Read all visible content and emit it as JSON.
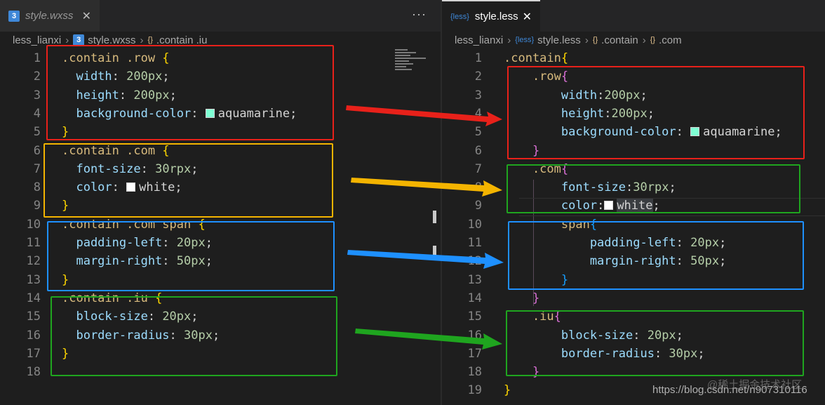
{
  "left": {
    "tab": {
      "title": "style.wxss",
      "icon": "css3-icon",
      "close": "✕"
    },
    "more": "···",
    "breadcrumb": [
      "less_lianxi",
      "style.wxss",
      ".contain .iu"
    ],
    "lines": [
      {
        "n": "1",
        "parts": [
          [
            ".contain .row ",
            "sel"
          ],
          [
            "{",
            "brace"
          ]
        ]
      },
      {
        "n": "2",
        "parts": [
          [
            "  width",
            "prop"
          ],
          [
            ": ",
            "punct"
          ],
          [
            "200px",
            "num"
          ],
          [
            ";",
            "punct"
          ]
        ]
      },
      {
        "n": "3",
        "parts": [
          [
            "  height",
            "prop"
          ],
          [
            ": ",
            "punct"
          ],
          [
            "200px",
            "num"
          ],
          [
            ";",
            "punct"
          ]
        ]
      },
      {
        "n": "4",
        "parts": [
          [
            "  background-color",
            "prop"
          ],
          [
            ": ",
            "punct"
          ],
          [
            "#7fffd4",
            "swatch"
          ],
          [
            "aquamarine",
            "val"
          ],
          [
            ";",
            "punct"
          ]
        ]
      },
      {
        "n": "5",
        "parts": [
          [
            "}",
            "brace"
          ]
        ]
      },
      {
        "n": "6",
        "parts": [
          [
            ".contain .com ",
            "sel"
          ],
          [
            "{",
            "brace"
          ]
        ]
      },
      {
        "n": "7",
        "parts": [
          [
            "  font-size",
            "prop"
          ],
          [
            ": ",
            "punct"
          ],
          [
            "30rpx",
            "num"
          ],
          [
            ";",
            "punct"
          ]
        ]
      },
      {
        "n": "8",
        "parts": [
          [
            "  color",
            "prop"
          ],
          [
            ": ",
            "punct"
          ],
          [
            "#ffffff",
            "swatch"
          ],
          [
            "white",
            "val"
          ],
          [
            ";",
            "punct"
          ]
        ]
      },
      {
        "n": "9",
        "parts": [
          [
            "}",
            "brace"
          ]
        ]
      },
      {
        "n": "10",
        "parts": [
          [
            ".contain .com span ",
            "sel"
          ],
          [
            "{",
            "brace"
          ]
        ]
      },
      {
        "n": "11",
        "parts": [
          [
            "  padding-left",
            "prop"
          ],
          [
            ": ",
            "punct"
          ],
          [
            "20px",
            "num"
          ],
          [
            ";",
            "punct"
          ]
        ]
      },
      {
        "n": "12",
        "parts": [
          [
            "  margin-right",
            "prop"
          ],
          [
            ": ",
            "punct"
          ],
          [
            "50px",
            "num"
          ],
          [
            ";",
            "punct"
          ]
        ]
      },
      {
        "n": "13",
        "parts": [
          [
            "}",
            "brace"
          ]
        ]
      },
      {
        "n": "14",
        "parts": [
          [
            ".contain .iu ",
            "sel"
          ],
          [
            "{",
            "brace"
          ]
        ]
      },
      {
        "n": "15",
        "parts": [
          [
            "  block-size",
            "prop"
          ],
          [
            ": ",
            "punct"
          ],
          [
            "20px",
            "num"
          ],
          [
            ";",
            "punct"
          ]
        ]
      },
      {
        "n": "16",
        "parts": [
          [
            "  border-radius",
            "prop"
          ],
          [
            ": ",
            "punct"
          ],
          [
            "30px",
            "num"
          ],
          [
            ";",
            "punct"
          ]
        ]
      },
      {
        "n": "17",
        "parts": [
          [
            "}",
            "brace"
          ]
        ]
      },
      {
        "n": "18",
        "parts": []
      }
    ]
  },
  "right": {
    "tab": {
      "title": "style.less",
      "icon": "{less}",
      "close": "✕"
    },
    "breadcrumb": [
      "less_lianxi",
      "style.less",
      ".contain",
      ".com"
    ],
    "lines": [
      {
        "n": "1",
        "parts": [
          [
            ".contain",
            "sel"
          ],
          [
            "{",
            "brace"
          ]
        ]
      },
      {
        "n": "2",
        "parts": [
          [
            "    .row",
            "sel"
          ],
          [
            "{",
            "brace2"
          ]
        ]
      },
      {
        "n": "3",
        "parts": [
          [
            "        width",
            "prop"
          ],
          [
            ":",
            "punct"
          ],
          [
            "200px",
            "num"
          ],
          [
            ";",
            "punct"
          ]
        ]
      },
      {
        "n": "4",
        "parts": [
          [
            "        height",
            "prop"
          ],
          [
            ":",
            "punct"
          ],
          [
            "200px",
            "num"
          ],
          [
            ";",
            "punct"
          ]
        ]
      },
      {
        "n": "5",
        "parts": [
          [
            "        background-color",
            "prop"
          ],
          [
            ": ",
            "punct"
          ],
          [
            "#7fffd4",
            "swatch"
          ],
          [
            "aquamarine",
            "val"
          ],
          [
            ";",
            "punct"
          ]
        ]
      },
      {
        "n": "6",
        "parts": [
          [
            "    }",
            "brace2"
          ]
        ]
      },
      {
        "n": "7",
        "parts": [
          [
            "    .com",
            "sel"
          ],
          [
            "{",
            "brace2"
          ]
        ]
      },
      {
        "n": "8",
        "parts": [
          [
            "        font-size",
            "prop"
          ],
          [
            ":",
            "punct"
          ],
          [
            "30rpx",
            "num"
          ],
          [
            ";",
            "punct"
          ]
        ]
      },
      {
        "n": "9",
        "parts": [
          [
            "        color",
            "prop"
          ],
          [
            ":",
            "punct"
          ],
          [
            "#ffffff",
            "swatch"
          ],
          [
            "white",
            "hl"
          ],
          [
            ";",
            "punct"
          ]
        ]
      },
      {
        "n": "10",
        "parts": [
          [
            "        span",
            "sel"
          ],
          [
            "{",
            "brace3"
          ]
        ]
      },
      {
        "n": "11",
        "parts": [
          [
            "            padding-left",
            "prop"
          ],
          [
            ": ",
            "punct"
          ],
          [
            "20px",
            "num"
          ],
          [
            ";",
            "punct"
          ]
        ]
      },
      {
        "n": "12",
        "parts": [
          [
            "            margin-right",
            "prop"
          ],
          [
            ": ",
            "punct"
          ],
          [
            "50px",
            "num"
          ],
          [
            ";",
            "punct"
          ]
        ]
      },
      {
        "n": "13",
        "parts": [
          [
            "        }",
            "brace3"
          ]
        ]
      },
      {
        "n": "14",
        "parts": [
          [
            "    }",
            "brace2"
          ]
        ]
      },
      {
        "n": "15",
        "parts": [
          [
            "    .iu",
            "sel"
          ],
          [
            "{",
            "brace2"
          ]
        ]
      },
      {
        "n": "16",
        "parts": [
          [
            "        block-size",
            "prop"
          ],
          [
            ": ",
            "punct"
          ],
          [
            "20px",
            "num"
          ],
          [
            ";",
            "punct"
          ]
        ]
      },
      {
        "n": "17",
        "parts": [
          [
            "        border-radius",
            "prop"
          ],
          [
            ": ",
            "punct"
          ],
          [
            "30px",
            "num"
          ],
          [
            ";",
            "punct"
          ]
        ]
      },
      {
        "n": "18",
        "parts": [
          [
            "    }",
            "brace2"
          ]
        ]
      },
      {
        "n": "19",
        "parts": [
          [
            "}",
            "brace"
          ]
        ]
      }
    ]
  },
  "annotation_colors": {
    "red": "#e8211a",
    "orange": "#f4b400",
    "blue": "#1e90ff",
    "green": "#1fa51f"
  },
  "watermark": "https://blog.csdn.net/n907310116",
  "watermark_overlay": "@稀土掘金技术社区"
}
